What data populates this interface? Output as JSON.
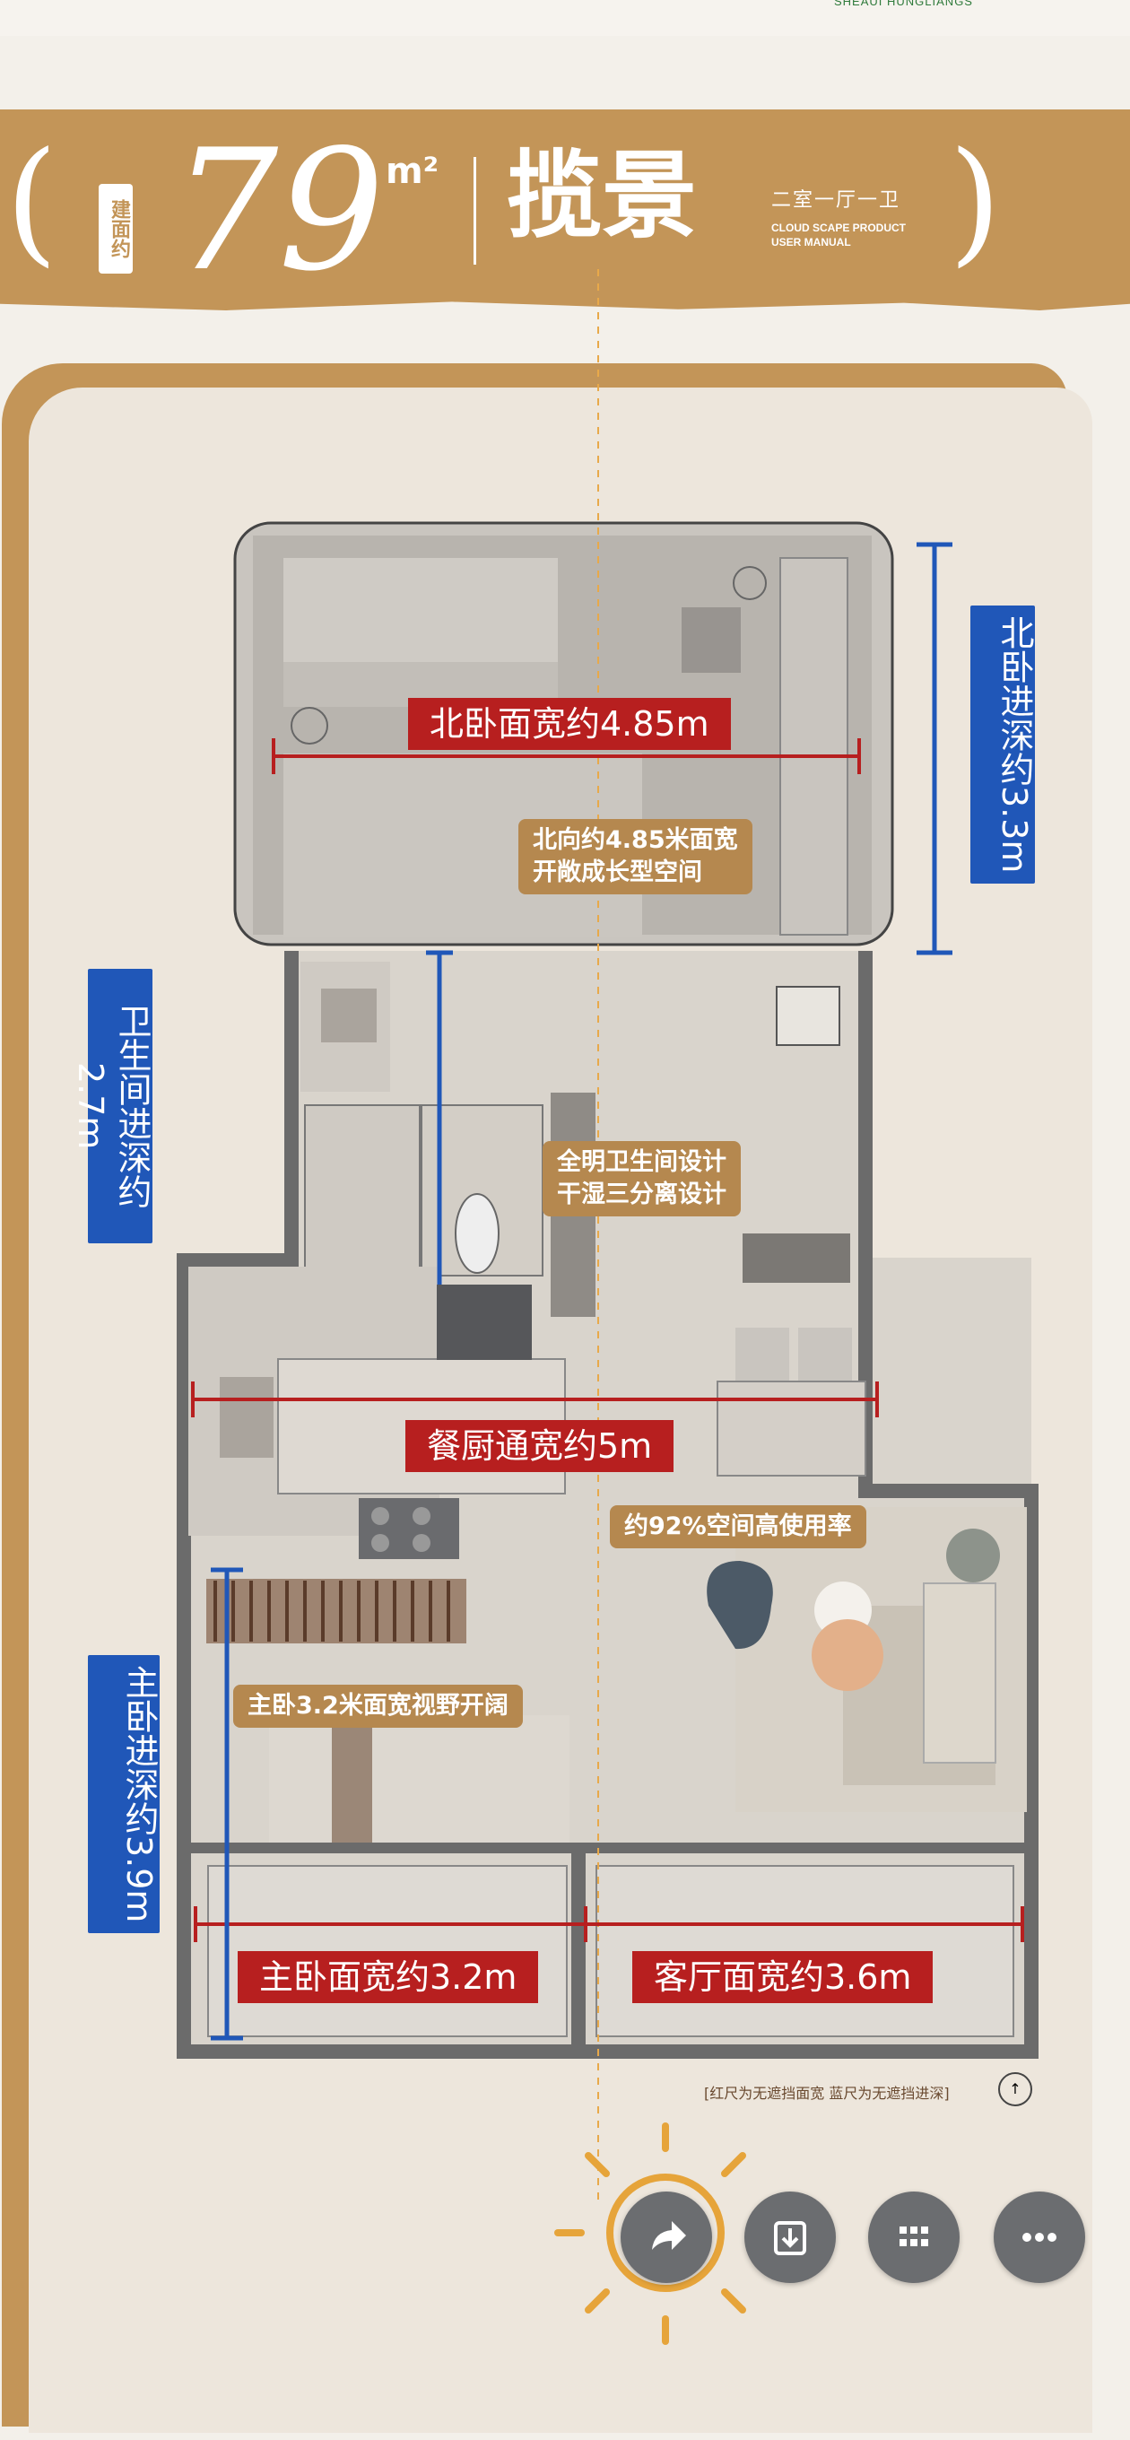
{
  "header": {
    "brand": "SHEAUI HUNGLIANGS",
    "area_tag": "建面约",
    "area_value": "79",
    "area_unit": "m²",
    "name": "揽景",
    "layout_cn": "二室一厅一卫",
    "layout_en": "CLOUD SCAPE PRODUCT USER MANUAL"
  },
  "labels": {
    "north_bedroom_width": "北卧面宽约4.85m",
    "north_bedroom_depth": "北卧进深约3.3m",
    "bathroom_depth": "卫生间进深约2.7m",
    "dining_kitchen_width": "餐厨通宽约5m",
    "master_depth": "主卧进深约3.9m",
    "master_width": "主卧面宽约3.2m",
    "living_width": "客厅面宽约3.6m"
  },
  "notes": {
    "north_line1": "北向约4.85米面宽",
    "north_line2": "开敞成长型空间",
    "bath_line1": "全明卫生间设计",
    "bath_line2": "干湿三分离设计",
    "space_rate": "约92%空间高使用率",
    "master_view": "主卧3.2米面宽视野开阔"
  },
  "legend": "[红尺为无遮挡面宽  蓝尺为无遮挡进深]",
  "actions": {
    "share": "share-icon",
    "download": "download-icon",
    "grid": "grid-icon",
    "more": "more-icon"
  },
  "colors": {
    "accent": "#c39558",
    "red": "#b71f1f",
    "blue": "#2057b8"
  }
}
